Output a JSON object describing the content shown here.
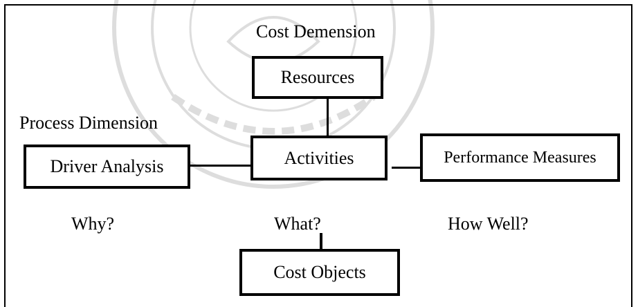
{
  "diagram": {
    "titles": {
      "cost_dimension": "Cost Demension",
      "process_dimension": "Process Dimension"
    },
    "nodes": {
      "resources": "Resources",
      "activities": "Activities",
      "driver_analysis": "Driver Analysis",
      "performance_measures": "Performance Measures",
      "cost_objects": "Cost Objects"
    },
    "questions": {
      "why": "Why?",
      "what": "What?",
      "how_well": "How Well?"
    },
    "edges": [
      [
        "resources",
        "activities"
      ],
      [
        "driver_analysis",
        "activities"
      ],
      [
        "activities",
        "performance_measures"
      ],
      [
        "what",
        "cost_objects"
      ]
    ]
  }
}
